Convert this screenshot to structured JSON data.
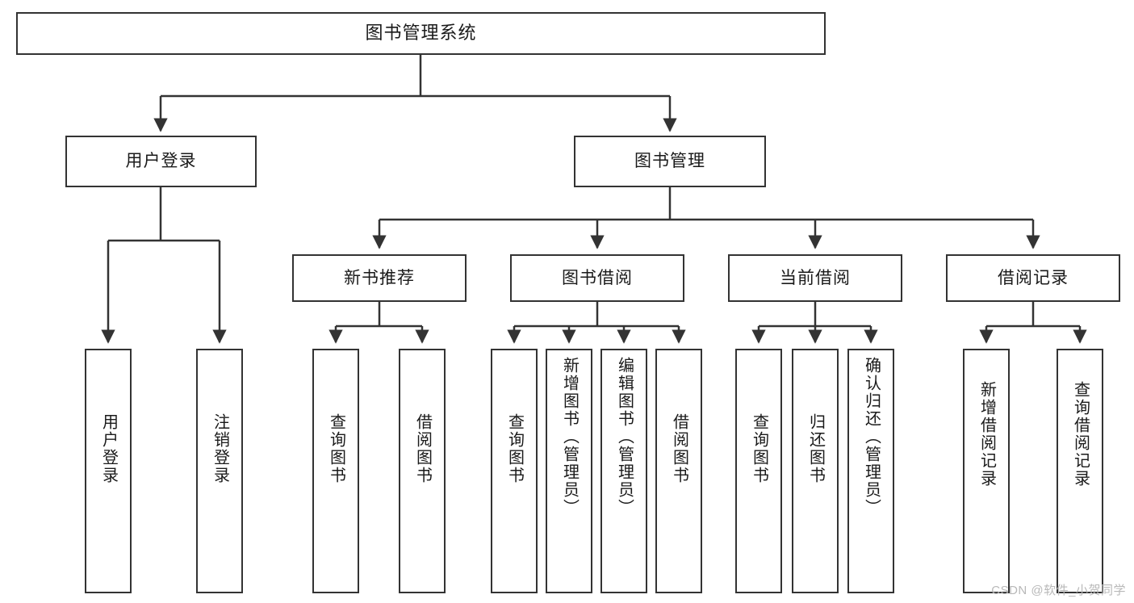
{
  "diagram": {
    "title": "图书管理系统",
    "type": "hierarchy-tree",
    "levels": 4,
    "colors": {
      "box_stroke": "#333333",
      "box_fill": "#ffffff",
      "edge": "#333333",
      "text": "#1a1a1a",
      "watermark": "#b8b8b8"
    },
    "nodes": {
      "root": {
        "label": "图书管理系统"
      },
      "level2": [
        {
          "label": "用户登录"
        },
        {
          "label": "图书管理"
        }
      ],
      "level3": [
        {
          "label": "新书推荐"
        },
        {
          "label": "图书借阅"
        },
        {
          "label": "当前借阅"
        },
        {
          "label": "借阅记录"
        }
      ],
      "leaves_user_login": [
        {
          "label": "用户登录"
        },
        {
          "label": "注销登录"
        }
      ],
      "leaves_new_book": [
        {
          "label": "查询图书"
        },
        {
          "label": "借阅图书"
        }
      ],
      "leaves_borrow": [
        {
          "label": "查询图书"
        },
        {
          "label": "新增图书（管理员）"
        },
        {
          "label": "编辑图书（管理员）"
        },
        {
          "label": "借阅图书"
        }
      ],
      "leaves_current": [
        {
          "label": "查询图书"
        },
        {
          "label": "归还图书"
        },
        {
          "label": "确认归还（管理员）"
        }
      ],
      "leaves_record": [
        {
          "label": "新增借阅记录"
        },
        {
          "label": "查询借阅记录"
        }
      ]
    }
  },
  "watermark": {
    "text": "CSDN @软件_小贺同学"
  }
}
